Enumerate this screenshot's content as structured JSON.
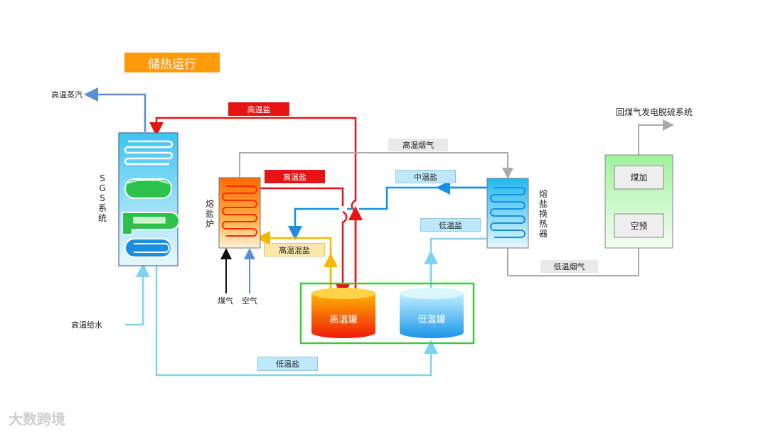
{
  "title": "储热运行",
  "labels": {
    "high_temp_steam": "高温蒸汽",
    "high_temp_feedwater": "高温给水",
    "sgs_system": "SGS系统",
    "high_salt_top": "高温盐",
    "high_salt_mid": "高温盐",
    "high_flue_gas": "高温烟气",
    "mid_salt": "中温盐",
    "low_salt_right": "低温盐",
    "high_mixed_salt": "高温混盐",
    "low_salt_bottom": "低温盐",
    "low_flue_gas": "低温烟气",
    "salt_furnace": "熔盐炉",
    "salt_exchanger": "熔盐换热器",
    "coal_gas": "煤气",
    "air": "空气",
    "high_tank": "高温罐",
    "low_tank": "低温罐",
    "desulfur": "回煤气发电脱硫系统",
    "coal_add": "煤加",
    "air_pre": "空预",
    "logo": "大数跨境"
  },
  "colors": {
    "hot": "#e61414",
    "mid": "#1a8ee0",
    "cold": "#7fd3f2",
    "mixed": "#f5b800",
    "steam": "#5b8fd4",
    "gas": "#aaaaaa",
    "orange": "#ff9a0a",
    "green": "#3ec83e"
  }
}
